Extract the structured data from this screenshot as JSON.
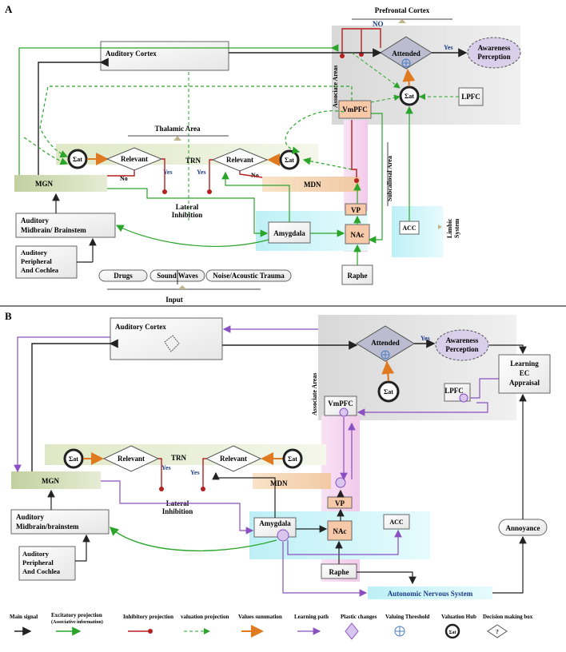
{
  "panel_a": {
    "label": "A",
    "prefrontal_cortex": "Prefrontal Cortex",
    "no": "NO",
    "yes_attended": "Yes",
    "auditory_cortex": "Auditory Cortex",
    "attended": "Attended",
    "awareness_1": "Awareness",
    "awareness_2": "Perception",
    "associate_areas": "Associate Areas",
    "sum_at": "Σat",
    "lpfc": "LPFC",
    "vmpfc": "VmPFC",
    "thalamic_area": "Thalamic Area",
    "relevant": "Relevant",
    "trn": "TRN",
    "yes": "Yes",
    "no_small": "No",
    "mgn": "MGN",
    "mdn": "MDN",
    "subcallosal_area": "Subcallosal Area",
    "lateral_1": "Lateral",
    "lateral_2": "Inhibition",
    "vp": "VP",
    "limbic_1": "Limbic",
    "limbic_2": "System",
    "acc": "ACC",
    "auditory_midbrain_1": "Auditory",
    "auditory_midbrain_2": "Midbrain/ Brainstem",
    "amygdala": "Amygdala",
    "nac": "NAc",
    "peripheral_1": "Auditory",
    "peripheral_2": "Peripheral",
    "peripheral_3": "And Cochlea",
    "raphe": "Raphe",
    "drugs": "Drugs",
    "sound_waves": "Sound Waves",
    "noise": "Noise/Acoustic Trauma",
    "input": "Input"
  },
  "panel_b": {
    "label": "B",
    "auditory_cortex": "Auditory Cortex",
    "attended": "Attended",
    "yes_attended": "Yes",
    "awareness_1": "Awareness",
    "awareness_2": "Perception",
    "learning_1": "Learning",
    "learning_2": "EC",
    "learning_3": "Appraisal",
    "associate_areas": "Associate Areas",
    "sum_at": "Σat",
    "lpfc": "LPFC",
    "vmpfc": "VmPFC",
    "relevant": "Relevant",
    "trn": "TRN",
    "yes": "Yes",
    "mgn": "MGN",
    "mdn": "MDN",
    "lateral_1": "Lateral",
    "lateral_2": "Inhibition",
    "vp": "VP",
    "acc": "ACC",
    "auditory_midbrain_1": "Auditory",
    "auditory_midbrain_2": "Midbrain/brainstem",
    "amygdala": "Amygdala",
    "nac": "NAc",
    "annoyance": "Annoyance",
    "peripheral_1": "Auditory",
    "peripheral_2": "Peripheral",
    "peripheral_3": "And Cochlea",
    "raphe": "Raphe",
    "ans": "Autonomic Nervous System"
  },
  "legend": {
    "main_signal": "Main signal",
    "excitatory_1": "Excitatory projection",
    "excitatory_2": "(Associative information)",
    "inhibitory": "Inhibitory projection",
    "valuation": "valuation projection",
    "values_summation": "Values summation",
    "learning_path": "Learning path",
    "plastic": "Plastic changes",
    "valuing_threshold": "Valuing Threshold",
    "valuation_hub": "Valuation Hub",
    "decision_box": "Decision making box",
    "decision_symbol": "?"
  },
  "colors": {
    "main": "#222222",
    "excitatory": "#2aa52a",
    "inhibitory": "#b52020",
    "learning": "#8a4fc0",
    "summation": "#e07a20",
    "thalamic_band": "#c9d6a8",
    "mdn_band": "#f3d0b0",
    "limbic_blue": "#bfeff5",
    "subcallosal_pink": "#f6d3ef",
    "associate_gray": "#e4e4e4",
    "node_peach": "#f7c9a8"
  }
}
